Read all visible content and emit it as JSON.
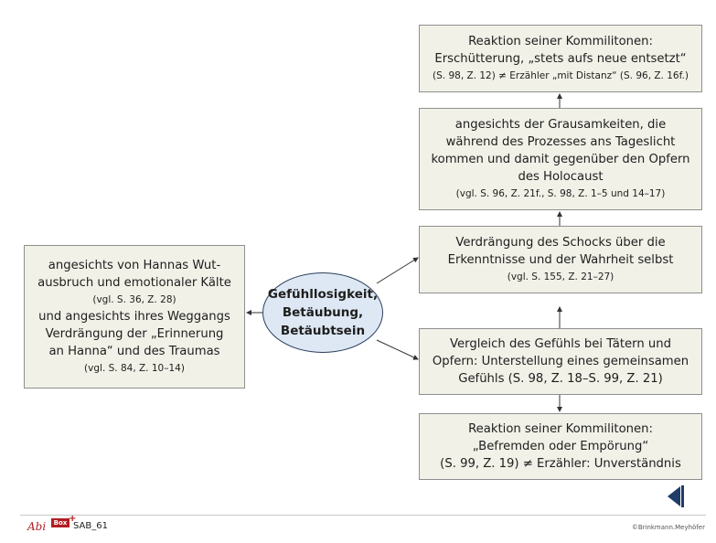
{
  "center": {
    "lines": [
      "Gefühllosigkeit,",
      "Betäubung,",
      "Betäubtsein"
    ]
  },
  "left_box": {
    "lines": [
      {
        "text": "angesichts von Hannas Wut-",
        "small": false
      },
      {
        "text": "ausbruch und emotionaler Kälte",
        "small": false
      },
      {
        "text": "(vgl. S. 36, Z. 28)",
        "small": true
      },
      {
        "text": "und angesichts ihres Weggangs",
        "small": false
      },
      {
        "text": "Verdrängung der „Erinnerung",
        "small": false
      },
      {
        "text": "an Hanna“ und des Traumas",
        "small": false
      },
      {
        "text": "(vgl. S. 84, Z. 10–14)",
        "small": true
      }
    ]
  },
  "right_boxes": [
    {
      "id": "box1",
      "lines": [
        {
          "text": "Reaktion seiner Kommilitonen:",
          "small": false
        },
        {
          "text": "Erschütterung, „stets aufs neue entsetzt“",
          "small": false
        },
        {
          "text": "(S. 98, Z. 12) ≠ Erzähler „mit Distanz“ (S. 96, Z. 16f.)",
          "small": true
        }
      ]
    },
    {
      "id": "box2",
      "lines": [
        {
          "text": "angesichts der Grausamkeiten, die",
          "small": false
        },
        {
          "text": "während des Prozesses ans Tageslicht",
          "small": false
        },
        {
          "text": "kommen und damit gegenüber den Opfern",
          "small": false
        },
        {
          "text": "des Holocaust",
          "small": false
        },
        {
          "text": "(vgl. S. 96, Z. 21f., S. 98, Z. 1–5 und 14–17)",
          "small": true
        }
      ]
    },
    {
      "id": "box3",
      "lines": [
        {
          "text": "Verdrängung des Schocks über die",
          "small": false
        },
        {
          "text": "Erkenntnisse und der Wahrheit selbst",
          "small": false
        },
        {
          "text": "(vgl. S. 155, Z. 21–27)",
          "small": true
        }
      ]
    },
    {
      "id": "box4",
      "lines": [
        {
          "text": "Vergleich des Gefühls bei Tätern und",
          "small": false
        },
        {
          "text": "Opfern: Unterstellung eines gemeinsamen",
          "small": false
        },
        {
          "text": "Gefühls (S. 98, Z. 18–S. 99, Z. 21)",
          "small": false
        }
      ]
    },
    {
      "id": "box5",
      "lines": [
        {
          "text": "Reaktion seiner Kommilitonen:",
          "small": false
        },
        {
          "text": "„Befremden oder Empörung“",
          "small": false
        },
        {
          "text": "(S. 99, Z. 19) ≠ Erzähler: Unverständnis",
          "small": false
        }
      ]
    }
  ],
  "footer": {
    "logo_text": "Abi",
    "logo_box": "Box",
    "logo_plus": "+",
    "code": "SAB_61",
    "copyright": "©Brinkmann.Meyhöfer"
  },
  "colors": {
    "box_fill": "#f1f1e8",
    "ellipse_fill": "#dde8f4",
    "logo_red": "#b21e24",
    "nav_blue": "#1f3d66"
  },
  "nav": {
    "icon": "triangle-left-icon"
  }
}
